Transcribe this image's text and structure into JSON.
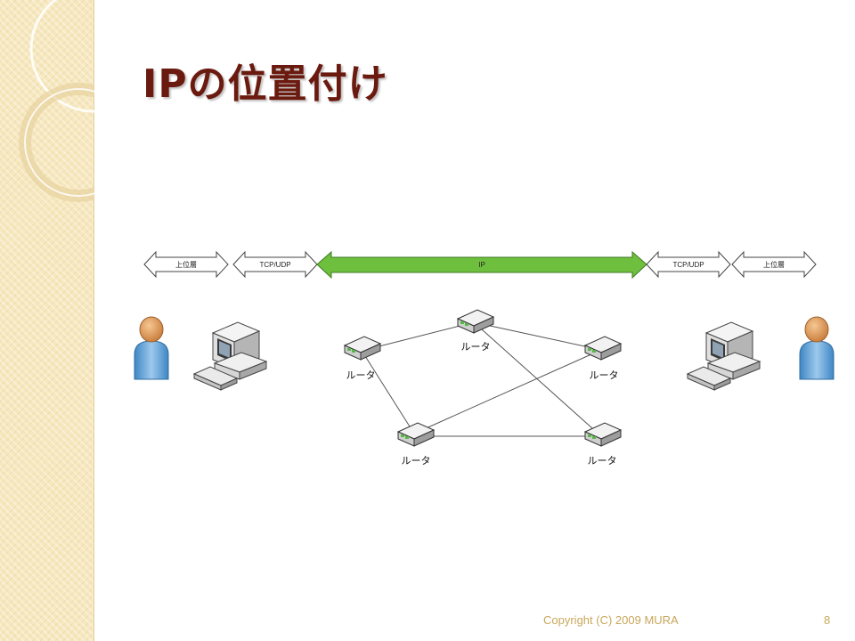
{
  "slide": {
    "title": "IPの位置付け",
    "copyright": "Copyright (C) 2009 MURA",
    "page_number": "8"
  },
  "layers": {
    "left_upper": "上位層",
    "left_tcp": "TCP/UDP",
    "ip": "IP",
    "right_tcp": "TCP/UDP",
    "right_upper": "上位層"
  },
  "routers": {
    "top": "ルータ",
    "left": "ルータ",
    "right": "ルータ",
    "bottom_left": "ルータ",
    "bottom_right": "ルータ"
  },
  "colors": {
    "ip_arrow": "#6fbf3f",
    "title": "#6b1a0f",
    "sidebar": "#f6e7bd",
    "footer_text": "#c8a75c"
  },
  "icons": [
    "user-icon",
    "computer-icon",
    "router-icon",
    "keyboard-icon"
  ]
}
